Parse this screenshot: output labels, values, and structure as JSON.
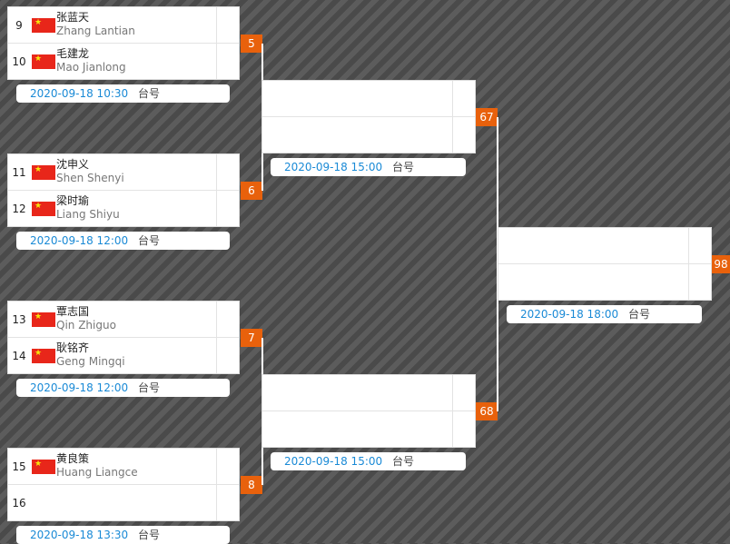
{
  "flag_symbol": "★",
  "round1": [
    {
      "match_no": "5",
      "players": [
        {
          "seed": "9",
          "name_cn": "张蓝天",
          "name_en": "Zhang Lantian"
        },
        {
          "seed": "10",
          "name_cn": "毛建龙",
          "name_en": "Mao Jianlong"
        }
      ],
      "time": "2020-09-18 10:30",
      "table_label": "台号"
    },
    {
      "match_no": "6",
      "players": [
        {
          "seed": "11",
          "name_cn": "沈申义",
          "name_en": "Shen Shenyi"
        },
        {
          "seed": "12",
          "name_cn": "梁时瑜",
          "name_en": "Liang Shiyu"
        }
      ],
      "time": "2020-09-18 12:00",
      "table_label": "台号"
    },
    {
      "match_no": "7",
      "players": [
        {
          "seed": "13",
          "name_cn": "覃志国",
          "name_en": "Qin Zhiguo"
        },
        {
          "seed": "14",
          "name_cn": "耿铭齐",
          "name_en": "Geng Mingqi"
        }
      ],
      "time": "2020-09-18 12:00",
      "table_label": "台号"
    },
    {
      "match_no": "8",
      "players": [
        {
          "seed": "15",
          "name_cn": "黄良策",
          "name_en": "Huang Liangce"
        },
        {
          "seed": "16",
          "name_cn": "",
          "name_en": ""
        }
      ],
      "time": "2020-09-18 13:30",
      "table_label": "台号"
    }
  ],
  "round2": [
    {
      "match_no": "67",
      "time": "2020-09-18 15:00",
      "table_label": "台号"
    },
    {
      "match_no": "68",
      "time": "2020-09-18 15:00",
      "table_label": "台号"
    }
  ],
  "round3": [
    {
      "match_no": "98",
      "time": "2020-09-18 18:00",
      "table_label": "台号"
    }
  ],
  "colors": {
    "match_number_bg": "#e8610c",
    "time_text": "#1a8ad6",
    "flag_red": "#e8261a"
  }
}
